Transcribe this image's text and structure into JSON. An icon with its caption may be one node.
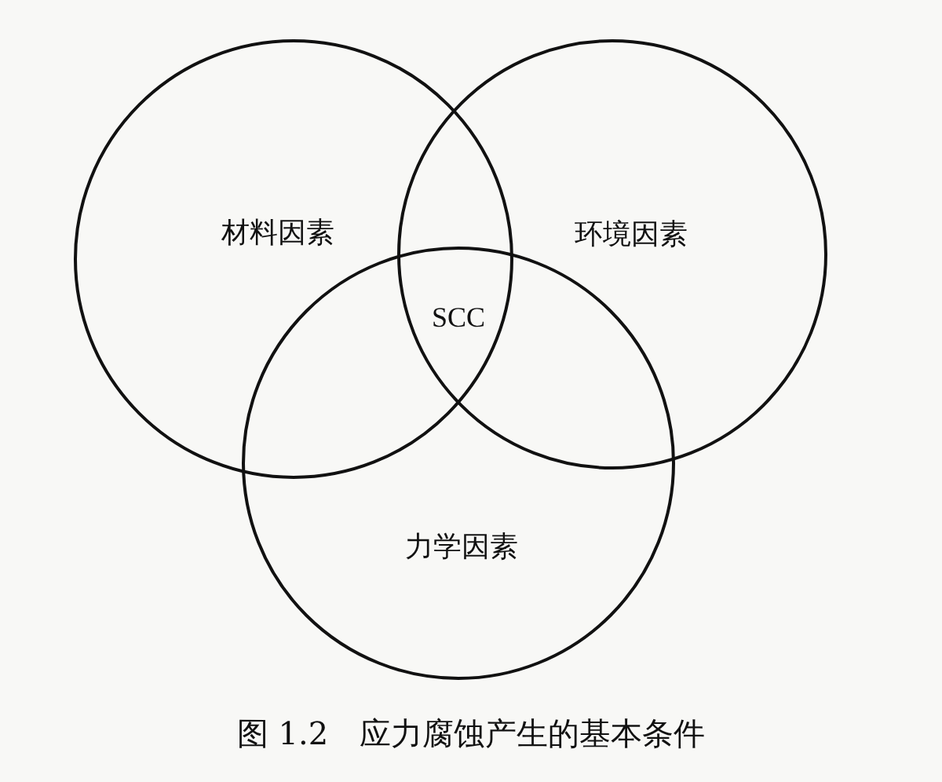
{
  "diagram": {
    "caption": "图 1.2　应力腐蚀产生的基本条件",
    "nodes": [
      {
        "text": [
          "材料因素"
        ]
      },
      {
        "text": [
          "环境因素"
        ]
      },
      {
        "text": [
          "力学因素"
        ]
      }
    ],
    "labels": [
      "SCC"
    ]
  }
}
